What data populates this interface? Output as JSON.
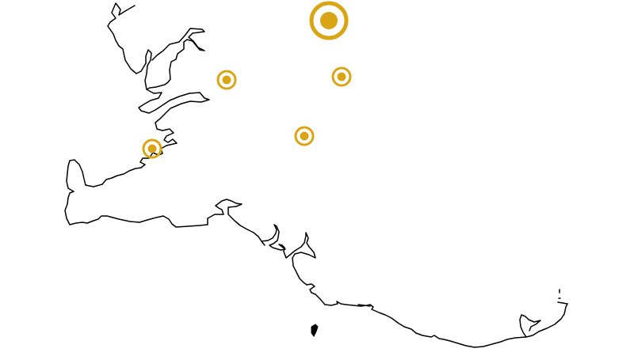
{
  "map": {
    "colors": {
      "background": "#ffffff",
      "coastline": "#000000",
      "marker": "#d9a514"
    },
    "markers": [
      {
        "id": "marker-1",
        "size_class": "large"
      },
      {
        "id": "marker-2",
        "size_class": "small"
      },
      {
        "id": "marker-3",
        "size_class": "small"
      },
      {
        "id": "marker-4",
        "size_class": "small"
      },
      {
        "id": "marker-5",
        "size_class": "small"
      }
    ]
  }
}
